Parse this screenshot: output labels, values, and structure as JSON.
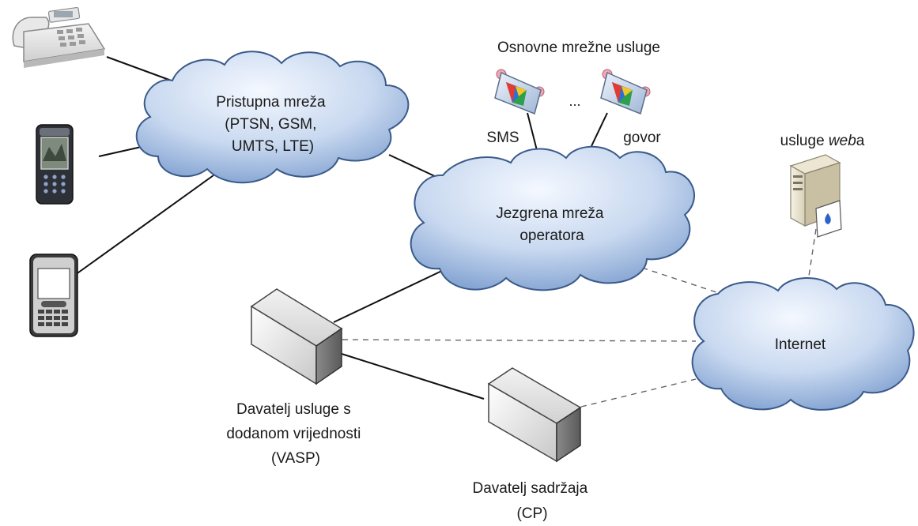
{
  "clouds": {
    "access": {
      "lines": [
        "Pristupna mreža",
        "(PTSN, GSM,",
        "UMTS, LTE)"
      ]
    },
    "core": {
      "lines": [
        "Jezgrena mreža",
        "operatora"
      ]
    },
    "internet": {
      "lines": [
        "Internet"
      ]
    }
  },
  "services": {
    "title": "Osnovne mrežne usluge",
    "ellipsis": "...",
    "left_label": "SMS",
    "right_label": "govor"
  },
  "web": {
    "label_prefix": "usluge ",
    "label_em": "web",
    "label_suffix": "a"
  },
  "vasp": {
    "lines": [
      "Davatelj usluge s",
      "dodanom vrijednosti",
      "(VASP)"
    ]
  },
  "cp": {
    "lines": [
      "Davatelj sadržaja",
      "(CP)"
    ]
  },
  "devices": [
    "desk-phone",
    "feature-phone",
    "smartphone"
  ],
  "colors": {
    "cloud_fill_light": "#e8f0fb",
    "cloud_fill_dark": "#7fa0d0",
    "cloud_stroke": "#3a5a8a"
  }
}
